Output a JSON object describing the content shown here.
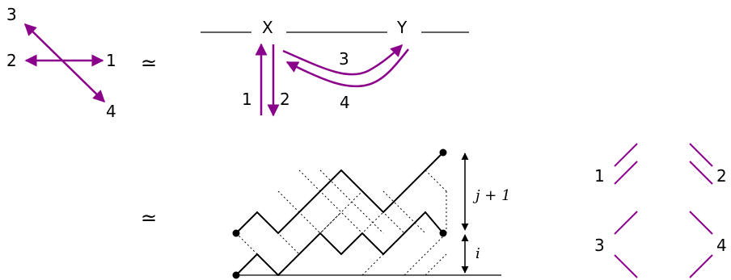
{
  "crossing": {
    "labels": [
      "3",
      "2",
      "1",
      "4"
    ],
    "color": "#8B008B"
  },
  "equiv": {
    "symbol_1": "≃",
    "symbol_2": "≃"
  },
  "chord": {
    "left_point": "X",
    "right_point": "Y",
    "labels": [
      "3",
      "1",
      "2",
      "4"
    ],
    "color": "#8B008B"
  },
  "lattice": {
    "height_top": "j + 1",
    "height_bottom": "i"
  },
  "tiles": {
    "labels": [
      "1",
      "2",
      "3",
      "4"
    ],
    "color": "#8B008B"
  }
}
